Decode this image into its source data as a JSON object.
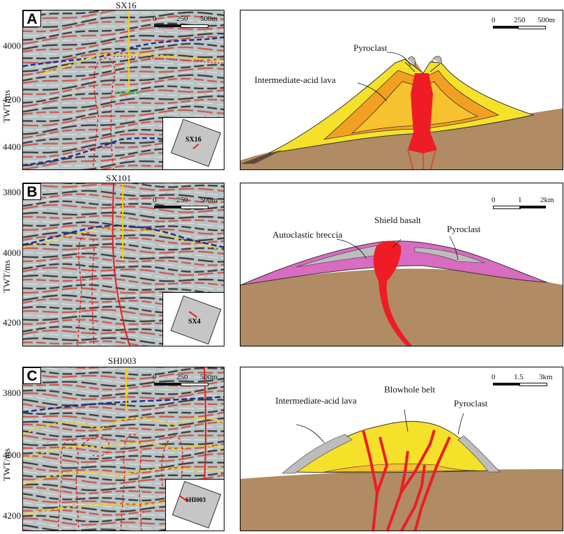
{
  "axis": {
    "name": "TWT/ms"
  },
  "rows": [
    {
      "letter": "A",
      "well": "SX16",
      "ticks": [
        "4000",
        "4200",
        "4400"
      ],
      "seis_scale": [
        "0",
        "250",
        "500m"
      ],
      "inset_label": "SX16",
      "model_scale": [
        "0",
        "250",
        "500m"
      ],
      "labels": [
        "Pyroclast",
        "Intermediate-acid lava"
      ]
    },
    {
      "letter": "B",
      "well": "SX101",
      "ticks": [
        "3800",
        "4000",
        "4200"
      ],
      "seis_scale": [
        "0",
        "250",
        "500m"
      ],
      "inset_label": "SX4",
      "model_scale": [
        "0",
        "1",
        "2km"
      ],
      "labels": [
        "Shield basalt",
        "Autoclastic breccia",
        "Pyroclast"
      ]
    },
    {
      "letter": "C",
      "well": "SHI003",
      "ticks": [
        "3800",
        "4000",
        "4200"
      ],
      "seis_scale": [
        "0",
        "250",
        "500m"
      ],
      "inset_label": "SHI003",
      "model_scale": [
        "0",
        "1.5",
        "3km"
      ],
      "labels": [
        "Intermediate-acid lava",
        "Blowhole belt",
        "Pyroclast"
      ]
    }
  ],
  "colors": {
    "red_reflector": "#d23a2a",
    "dark_reflector": "#161616",
    "horizon_blue": "#1f2f8a",
    "horizon_yellow": "#f5d20a",
    "fault_red": "#e0201e",
    "ground": "#b08b63",
    "lava_yellow": "#f6e12a",
    "lava_orange": "#f2a022",
    "shield_pink": "#d86cc0",
    "conduit_red": "#ee1c24",
    "pyroclast_gray": "#bdbdbd"
  }
}
